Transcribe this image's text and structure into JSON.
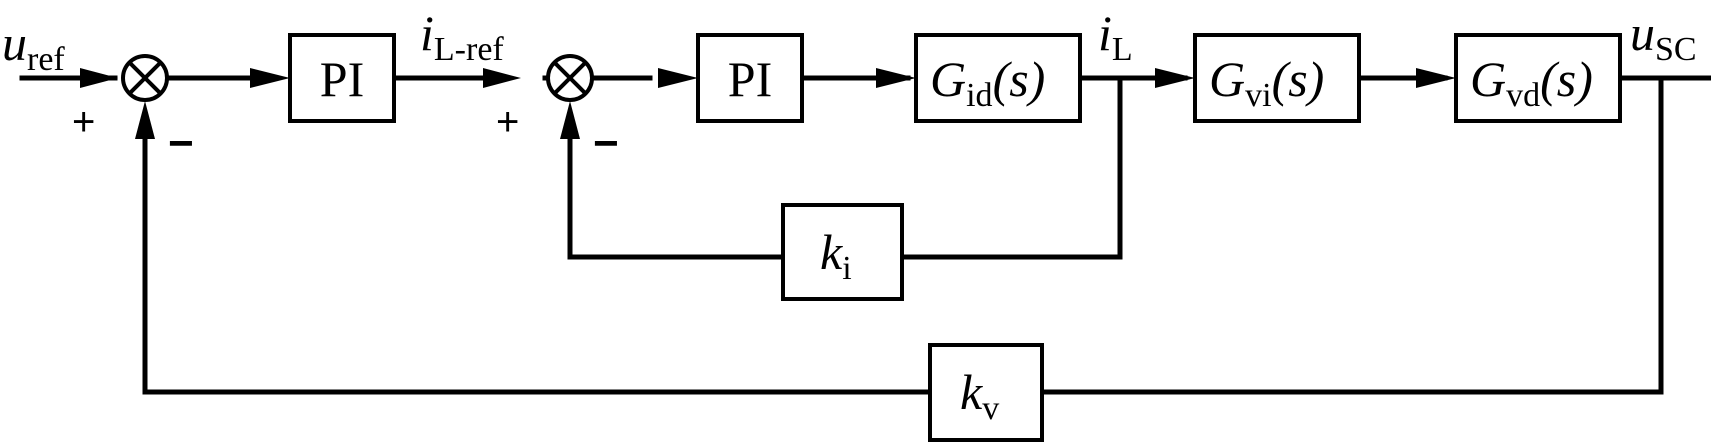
{
  "signals": {
    "u_ref": {
      "base": "u",
      "sub": "ref"
    },
    "i_L_ref": {
      "base": "i",
      "sub": "L-ref"
    },
    "i_L": {
      "base": "i",
      "sub": "L"
    },
    "u_SC": {
      "base": "u",
      "sub": "SC"
    }
  },
  "blocks": {
    "pi_outer": {
      "label": "PI"
    },
    "pi_inner": {
      "label": "PI"
    },
    "g_id": {
      "base": "G",
      "sub": "id",
      "arg": "(s)"
    },
    "g_vi": {
      "base": "G",
      "sub": "vi",
      "arg": "(s)"
    },
    "g_vd": {
      "base": "G",
      "sub": "vd",
      "arg": "(s)"
    },
    "k_i": {
      "base": "k",
      "sub": "i"
    },
    "k_v": {
      "base": "k",
      "sub": "v"
    }
  },
  "summing_junctions": {
    "outer": {
      "plus": "+",
      "minus": "−"
    },
    "inner": {
      "plus": "+",
      "minus": "−"
    }
  }
}
